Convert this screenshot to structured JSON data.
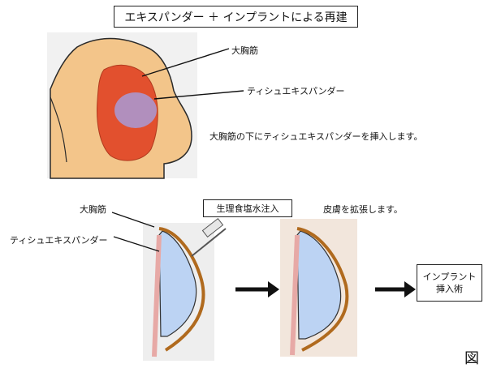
{
  "title": "エキスパンダー ＋ インプラントによる再建",
  "top": {
    "muscle_label": "大胸筋",
    "expander_label": "ティシュエキスパンダー",
    "caption": "大胸筋の下にティシュエキスパンダーを挿入します。"
  },
  "bottom": {
    "muscle_label": "大胸筋",
    "expander_label": "ティシュエキスパンダー",
    "saline_tag": "生理食塩水注入",
    "skin_caption": "皮膚を拡張します。",
    "implant_line1": "インプラント",
    "implant_line2": "挿入術"
  },
  "figure_char": "図",
  "colors": {
    "skin": "#f3c58a",
    "muscle": "#e2502e",
    "expander": "#a89ad6",
    "implant": "#bcd3f3",
    "outline": "#2a2a2a"
  }
}
